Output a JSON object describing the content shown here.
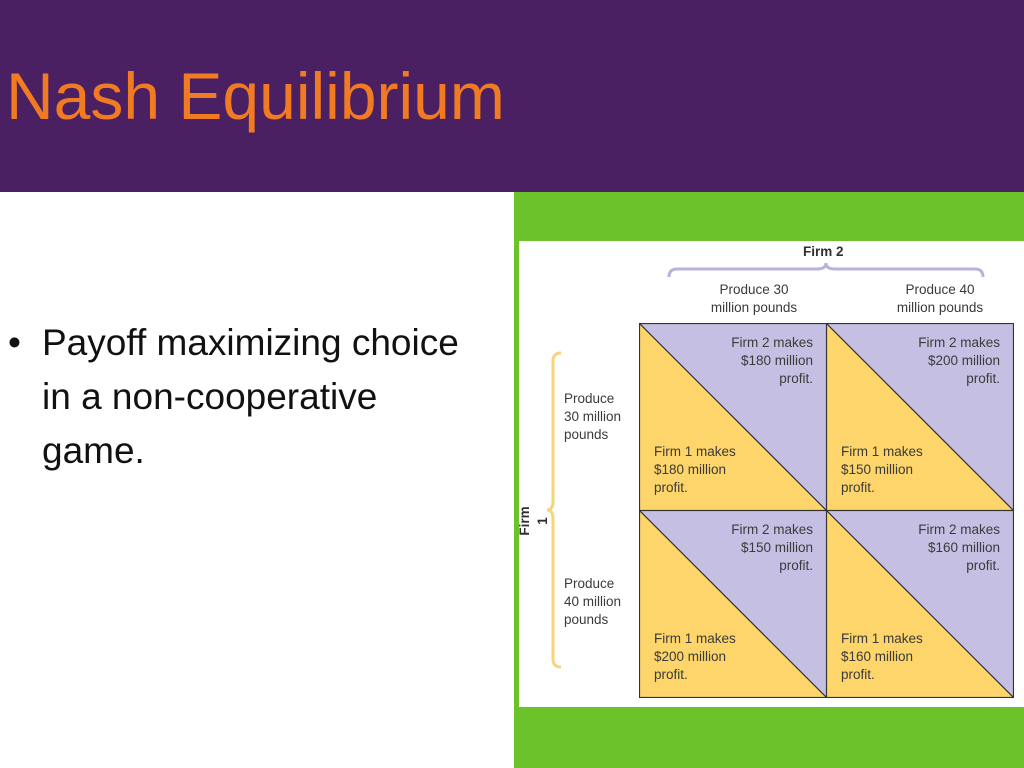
{
  "slide": {
    "title": "Nash Equilibrium",
    "bullet_marker": "•",
    "bullet_text": "Payoff maximizing choice in a non-cooperative game."
  },
  "colors": {
    "header_bg": "#4a2062",
    "title_color": "#f07b22",
    "panel_green": "#6cc22a",
    "firm1_fill": "#fdd56a",
    "firm2_fill": "#c5c0e3",
    "brace_firm2": "#b9b3dc",
    "brace_firm1": "#f5d47a"
  },
  "payoff_matrix": {
    "firm2_label": "Firm 2",
    "firm1_label": "Firm 1",
    "columns": [
      {
        "line1": "Produce 30",
        "line2": "million pounds"
      },
      {
        "line1": "Produce 40",
        "line2": "million pounds"
      }
    ],
    "rows": [
      {
        "line1": "Produce",
        "line2": "30 million",
        "line3": "pounds"
      },
      {
        "line1": "Produce",
        "line2": "40 million",
        "line3": "pounds"
      }
    ],
    "cells": [
      {
        "firm2": {
          "l1": "Firm 2 makes",
          "l2": "$180 million",
          "l3": "profit."
        },
        "firm1": {
          "l1": "Firm 1 makes",
          "l2": "$180 million",
          "l3": "profit."
        }
      },
      {
        "firm2": {
          "l1": "Firm 2 makes",
          "l2": "$200 million",
          "l3": "profit."
        },
        "firm1": {
          "l1": "Firm 1 makes",
          "l2": "$150 million",
          "l3": "profit."
        }
      },
      {
        "firm2": {
          "l1": "Firm 2 makes",
          "l2": "$150 million",
          "l3": "profit."
        },
        "firm1": {
          "l1": "Firm 1 makes",
          "l2": "$200 million",
          "l3": "profit."
        }
      },
      {
        "firm2": {
          "l1": "Firm 2 makes",
          "l2": "$160 million",
          "l3": "profit."
        },
        "firm1": {
          "l1": "Firm 1 makes",
          "l2": "$160 million",
          "l3": "profit."
        }
      }
    ]
  }
}
